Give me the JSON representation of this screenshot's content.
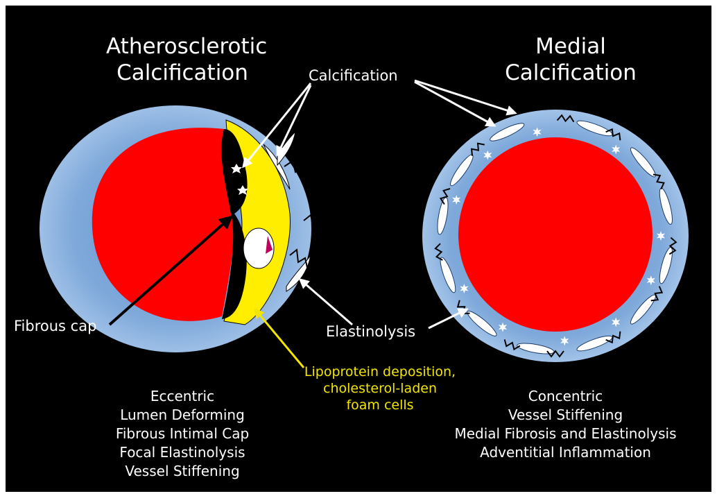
{
  "left_panel": {
    "title_lines": [
      "Atherosclerotic",
      "Calcification"
    ],
    "features": [
      "Eccentric",
      "Lumen Deforming",
      "Fibrous Intimal Cap",
      "Focal Elastinolysis",
      "Vessel Stiffening"
    ]
  },
  "right_panel": {
    "title_lines": [
      "Medial",
      "Calcification"
    ],
    "features": [
      "Concentric",
      "Vessel Stiffening",
      "Medial Fibrosis and Elastinolysis",
      "Adventitial Inflammation"
    ]
  },
  "labels": {
    "calcification": "Calcification",
    "fibrous_cap": "Fibrous cap",
    "elastinolysis": "Elastinolysis",
    "lipoprotein_lines": [
      "Lipoprotein deposition,",
      "cholesterol-laden",
      "foam cells"
    ]
  },
  "colors": {
    "background": "#000000",
    "vessel_wall": "#7fa9da",
    "lumen": "#ff0000",
    "plaque_lipid": "#ffee00",
    "calcium": "#ffffff",
    "fibrous_cap": "#000000",
    "elastin_fragment": "#000000",
    "text": "#ffffff",
    "lipid_label": "#f2e600"
  }
}
